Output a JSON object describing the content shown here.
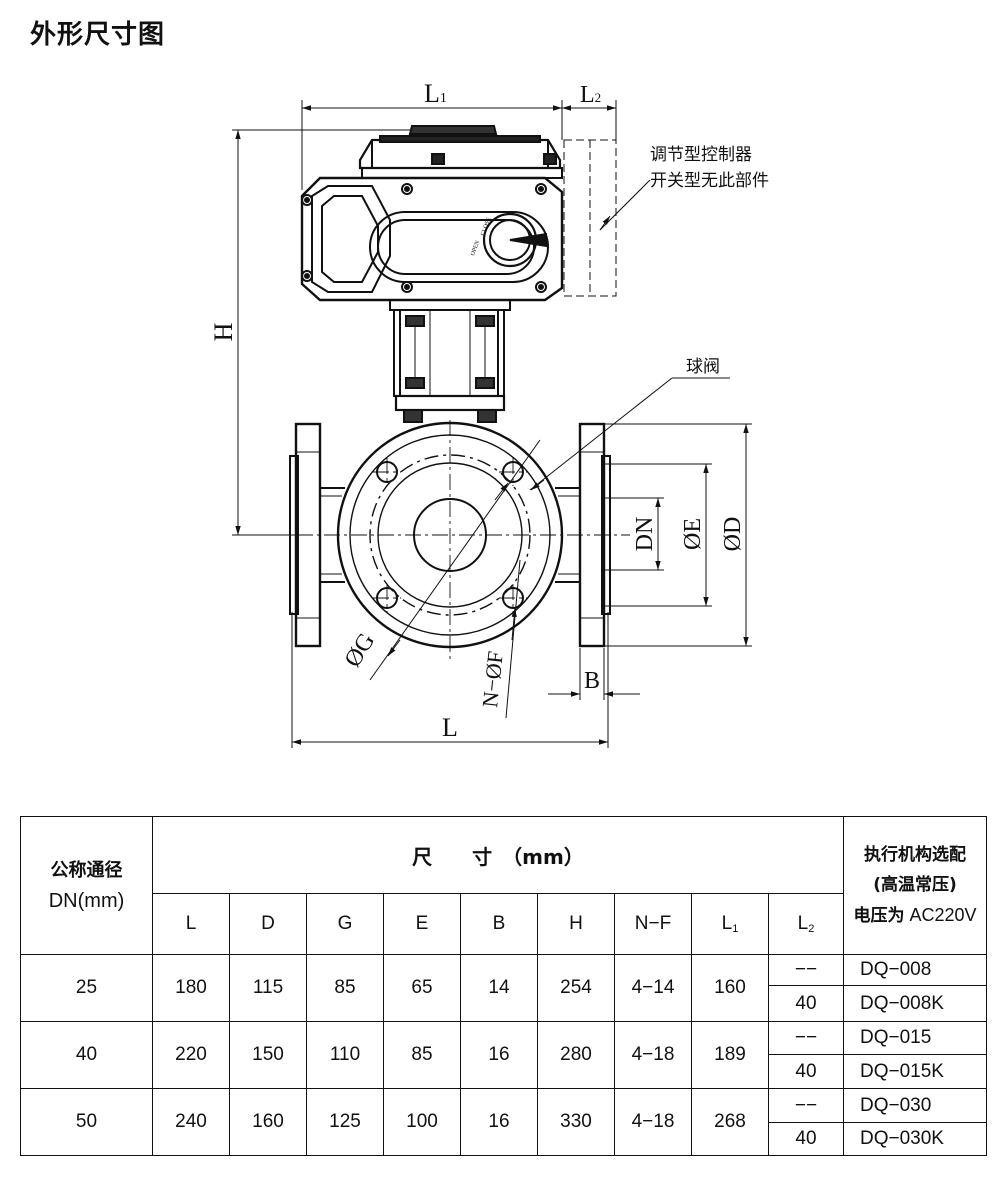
{
  "title": "外形尺寸图",
  "drawing": {
    "dim_L1": "L",
    "dim_L1_sub": "1",
    "dim_L2": "L",
    "dim_L2_sub": "2",
    "dim_H": "H",
    "dim_L": "L",
    "dim_B": "B",
    "dim_DN": "DN",
    "dim_E": "ØE",
    "dim_D": "ØD",
    "dim_G": "ØG",
    "dim_NF": "N−ØF",
    "note_controller_line1": "调节型控制器",
    "note_controller_line2": "开关型无此部件",
    "note_ball_valve": "球阀",
    "dial_open": "OPEN",
    "dial_close": "CLOSE"
  },
  "table": {
    "col_nominal_line1": "公称通径",
    "col_nominal_line2": "DN(mm)",
    "col_dims_header": "尺　　寸　（mm）",
    "col_actuator_line1": "执行机构选配",
    "col_actuator_line2": "(高温常压)",
    "col_actuator_line3_cn": "电压为",
    "col_actuator_line3_en": " AC220V",
    "dim_columns": [
      "L",
      "D",
      "G",
      "E",
      "B",
      "H",
      "N−F"
    ],
    "col_L1": "L",
    "col_L1_sub": "1",
    "col_L2": "L",
    "col_L2_sub": "2",
    "rows": [
      {
        "dn": "25",
        "L": "180",
        "D": "115",
        "G": "85",
        "E": "65",
        "B": "14",
        "H": "254",
        "NF": "4−14",
        "L1": "160",
        "L2_a": "−−",
        "L2_b": "40",
        "model_a": "DQ−008",
        "model_b": "DQ−008K"
      },
      {
        "dn": "40",
        "L": "220",
        "D": "150",
        "G": "110",
        "E": "85",
        "B": "16",
        "H": "280",
        "NF": "4−18",
        "L1": "189",
        "L2_a": "−−",
        "L2_b": "40",
        "model_a": "DQ−015",
        "model_b": "DQ−015K"
      },
      {
        "dn": "50",
        "L": "240",
        "D": "160",
        "G": "125",
        "E": "100",
        "B": "16",
        "H": "330",
        "NF": "4−18",
        "L1": "268",
        "L2_a": "−−",
        "L2_b": "40",
        "model_a": "DQ−030",
        "model_b": "DQ−030K"
      }
    ]
  }
}
